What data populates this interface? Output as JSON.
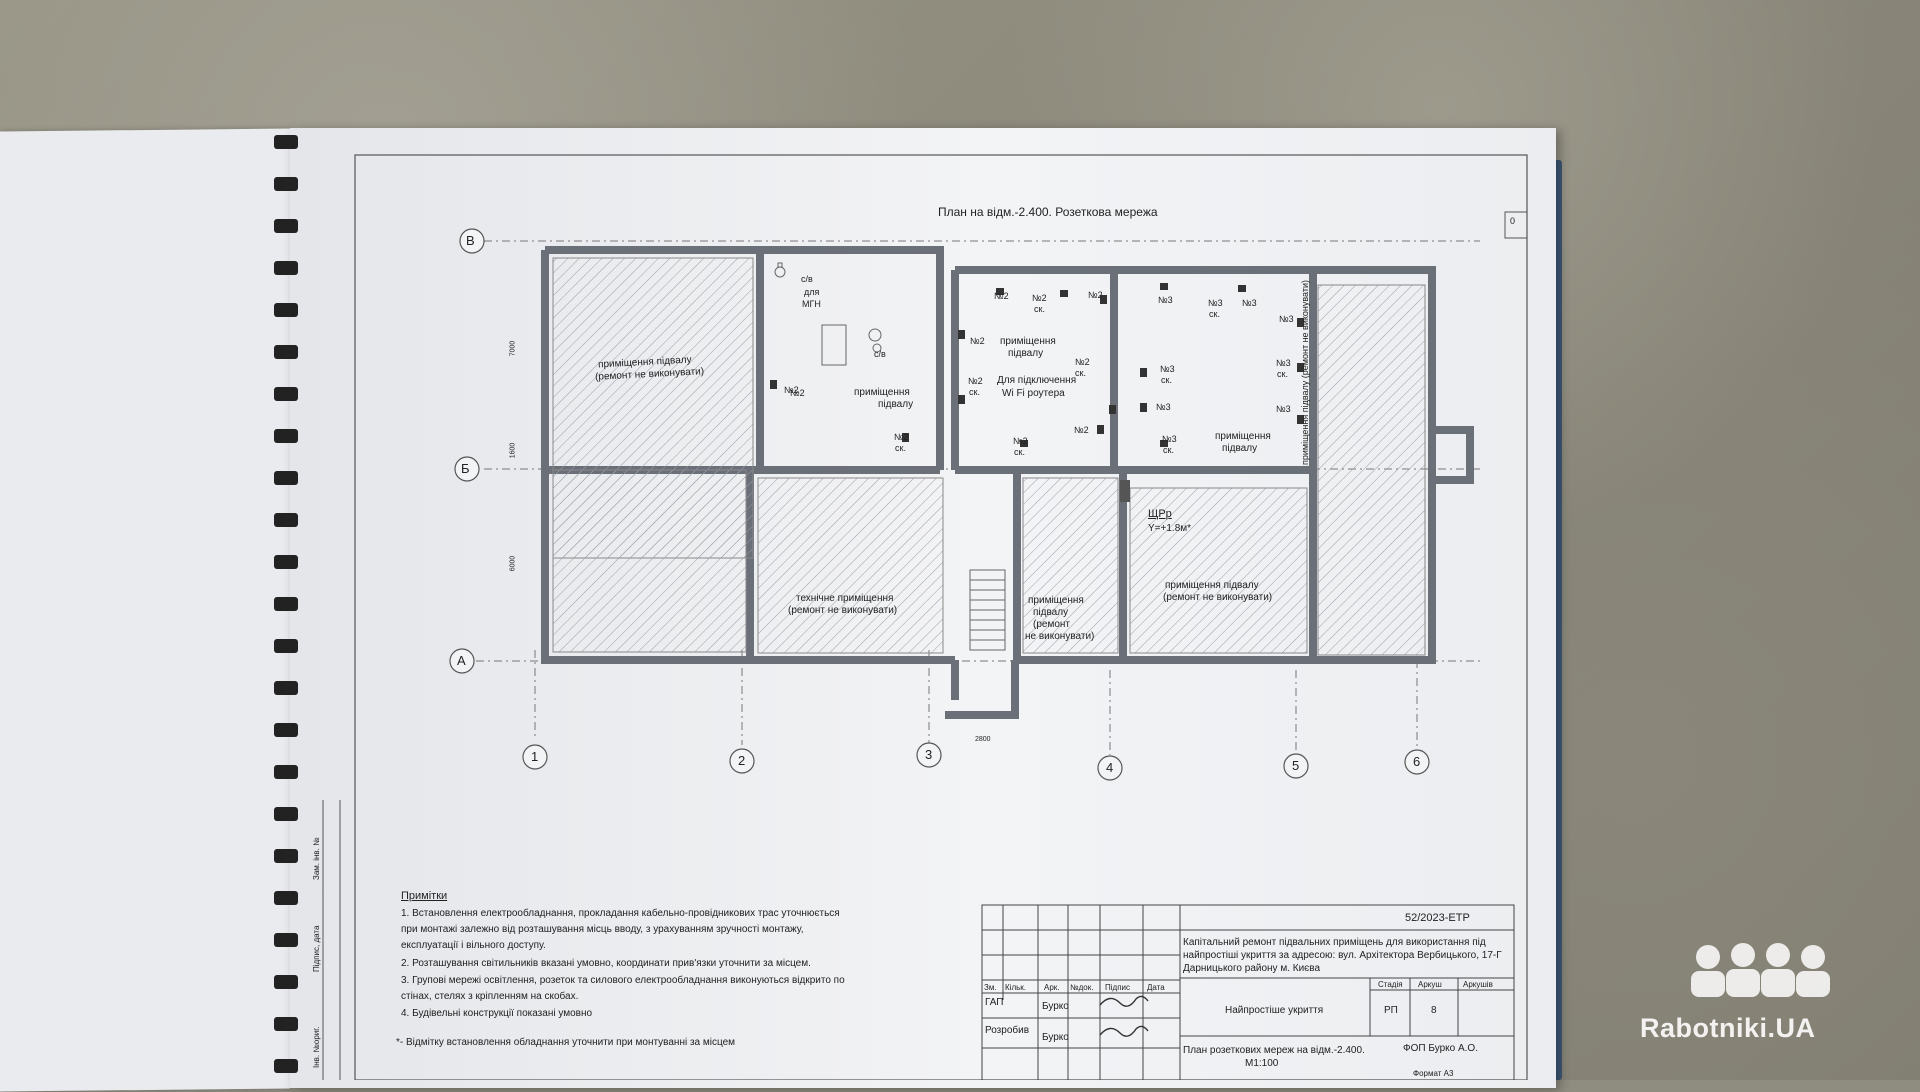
{
  "plan_title": "План на відм.-2.400. Розеткова мережа",
  "sheet_corner": "0",
  "axes_letters": [
    "В",
    "Б",
    "А"
  ],
  "axes_numbers": [
    "1",
    "2",
    "3",
    "4",
    "5",
    "6"
  ],
  "dims": {
    "d1": "7000",
    "d2": "1600",
    "d3": "6000",
    "bottom": "2800"
  },
  "rooms": {
    "r1": "приміщення підвалу",
    "r1b": "(ремонт не виконувати)",
    "sanuzol1": "с/в",
    "sanuzol1b": "для",
    "sanuzol1c": "МГН",
    "sanuzol2": "с/в",
    "r2": "приміщення",
    "r2b": "підвалу",
    "r3": "приміщення",
    "r3b": "підвалу",
    "r4": "приміщення",
    "r4b": "підвалу",
    "r5": "технічне приміщення",
    "r5b": "(ремонт не виконувати)",
    "r6": "приміщення",
    "r6b": "підвалу",
    "r6c": "(ремонт",
    "r6d": "не виконувати)",
    "r7": "приміщення підвалу",
    "r7b": "(ремонт не виконувати)",
    "r8": "приміщення підвалу (ремонт не виконувати)",
    "wifi": "Для підключення",
    "wifi2": "Wi Fi роутера",
    "panel": "ЩРр",
    "panel2": "Y=+1.8м*"
  },
  "sockets": {
    "n2": "№2",
    "n3": "№3",
    "sk": "ск."
  },
  "notes": {
    "title": "Примітки",
    "n1a": "1. Встановлення електрообладнання, прокладання кабельно-провідникових трас уточнюється",
    "n1b": "при монтажі залежно від розташування місць вводу, з урахуванням зручності монтажу,",
    "n1c": "експлуатації і вільного доступу.",
    "n2": "2. Розташування світильників вказані умовно, координати прив'язки уточнити за місцем.",
    "n3a": "3. Групові мережі освітлення, розеток та силового електрообладнання виконуються відкрито по",
    "n3b": "стінах, стелях з кріпленням на скобах.",
    "n4": "4. Будівельні конструкції показані умовно",
    "footnote": "*- Відмітку встановлення обладнання уточнити при монтуванні за місцем"
  },
  "title_block": {
    "code": "52/2023-ЕТР",
    "project_a": "Капітальний ремонт підвальних приміщень для використання під",
    "project_b": "найпростіші укриття за адресою: вул. Архітектора Вербицького, 17-Г",
    "project_c": "Дарницького району м. Києва",
    "col_zm": "Зм.",
    "col_kil": "Кільк.",
    "col_ark": "Арк.",
    "col_doc": "№док.",
    "col_sign": "Підпис",
    "col_date": "Дата",
    "role1": "ГАП",
    "name1": "Бурко",
    "role2": "Розробив",
    "name2": "Бурко",
    "object": "Найпростіше укриття",
    "stage_h": "Стадія",
    "sheet_h": "Аркуш",
    "sheets_h": "Аркушів",
    "stage": "РП",
    "sheet": "8",
    "sheet_name": "План розеткових мереж на відм.-2.400.",
    "scale": "М1:100",
    "company": "ФОП Бурко А.О.",
    "format": "Формат А3",
    "side1": "Інв. №ориг.",
    "side2": "Підпис, дата",
    "side3": "Зам. інв. №"
  },
  "watermark": "Rabotniki.UA"
}
